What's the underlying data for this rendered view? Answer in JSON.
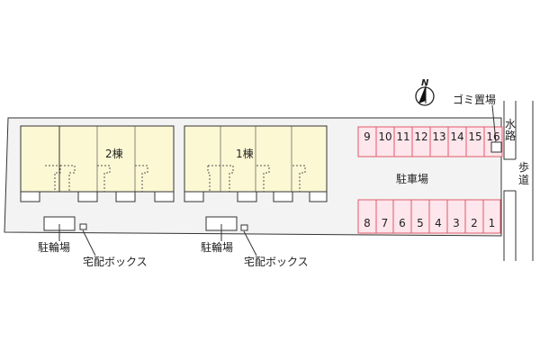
{
  "site": {
    "buildings": [
      {
        "label": "2棟",
        "units": 4
      },
      {
        "label": "1棟",
        "units": 4
      }
    ],
    "bicycle_parking": [
      "駐輪場",
      "駐輪場"
    ],
    "delivery_box": [
      "宅配ボックス",
      "宅配ボックス"
    ],
    "parking_lot_label": "駐車場",
    "parking_top_row": [
      "9",
      "10",
      "11",
      "12",
      "13",
      "14",
      "15",
      "16"
    ],
    "parking_bottom_row": [
      "8",
      "7",
      "6",
      "5",
      "4",
      "3",
      "2",
      "1"
    ],
    "garbage_area": "ゴミ置場",
    "waterway": [
      "水",
      "路"
    ],
    "sidewalk": [
      "歩",
      "道"
    ],
    "compass_label": "N"
  },
  "colors": {
    "lot_fill": "#f3f3f3",
    "building_fill": "#fdf8d4",
    "parking_fill": "#fde6ec",
    "parking_stroke": "#e05a6a",
    "line": "#333333"
  }
}
